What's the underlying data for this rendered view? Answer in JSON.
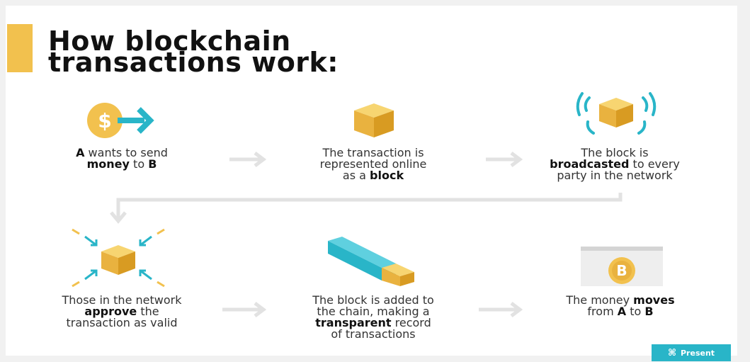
{
  "title": {
    "line1": "How blockchain",
    "line2": "transactions work:"
  },
  "steps": [
    {
      "parts": [
        {
          "b": "A"
        },
        {
          "t": " wants to send"
        },
        {
          "br": true
        },
        {
          "b": "money"
        },
        {
          "t": " to "
        },
        {
          "b": "B"
        }
      ]
    },
    {
      "parts": [
        {
          "t": "The transaction is"
        },
        {
          "br": true
        },
        {
          "t": "represented online"
        },
        {
          "br": true
        },
        {
          "t": "as a "
        },
        {
          "b": "block"
        }
      ]
    },
    {
      "parts": [
        {
          "t": "The block is"
        },
        {
          "br": true
        },
        {
          "b": "broadcasted"
        },
        {
          "t": " to every"
        },
        {
          "br": true
        },
        {
          "t": "party in the network"
        }
      ]
    },
    {
      "parts": [
        {
          "t": "Those in the network"
        },
        {
          "br": true
        },
        {
          "b": "approve"
        },
        {
          "t": " the"
        },
        {
          "br": true
        },
        {
          "t": "transaction as valid"
        }
      ]
    },
    {
      "parts": [
        {
          "t": "The block is added to"
        },
        {
          "br": true
        },
        {
          "t": "the chain, making a"
        },
        {
          "br": true
        },
        {
          "b": "transparent"
        },
        {
          "t": " record"
        },
        {
          "br": true
        },
        {
          "t": "of transactions"
        }
      ]
    },
    {
      "parts": [
        {
          "t": "The money "
        },
        {
          "b": "moves"
        },
        {
          "br": true
        },
        {
          "t": "from "
        },
        {
          "b": "A"
        },
        {
          "t": " to "
        },
        {
          "b": "B"
        }
      ]
    }
  ],
  "icons": {
    "coin_symbol": "$",
    "bitcoin_symbol": "B"
  },
  "badge": {
    "glyph": "⌘",
    "label": "Present"
  },
  "colors": {
    "accent_yellow": "#f2c14e",
    "teal": "#29b5c8",
    "arrow_gray": "#e2e2e2"
  }
}
